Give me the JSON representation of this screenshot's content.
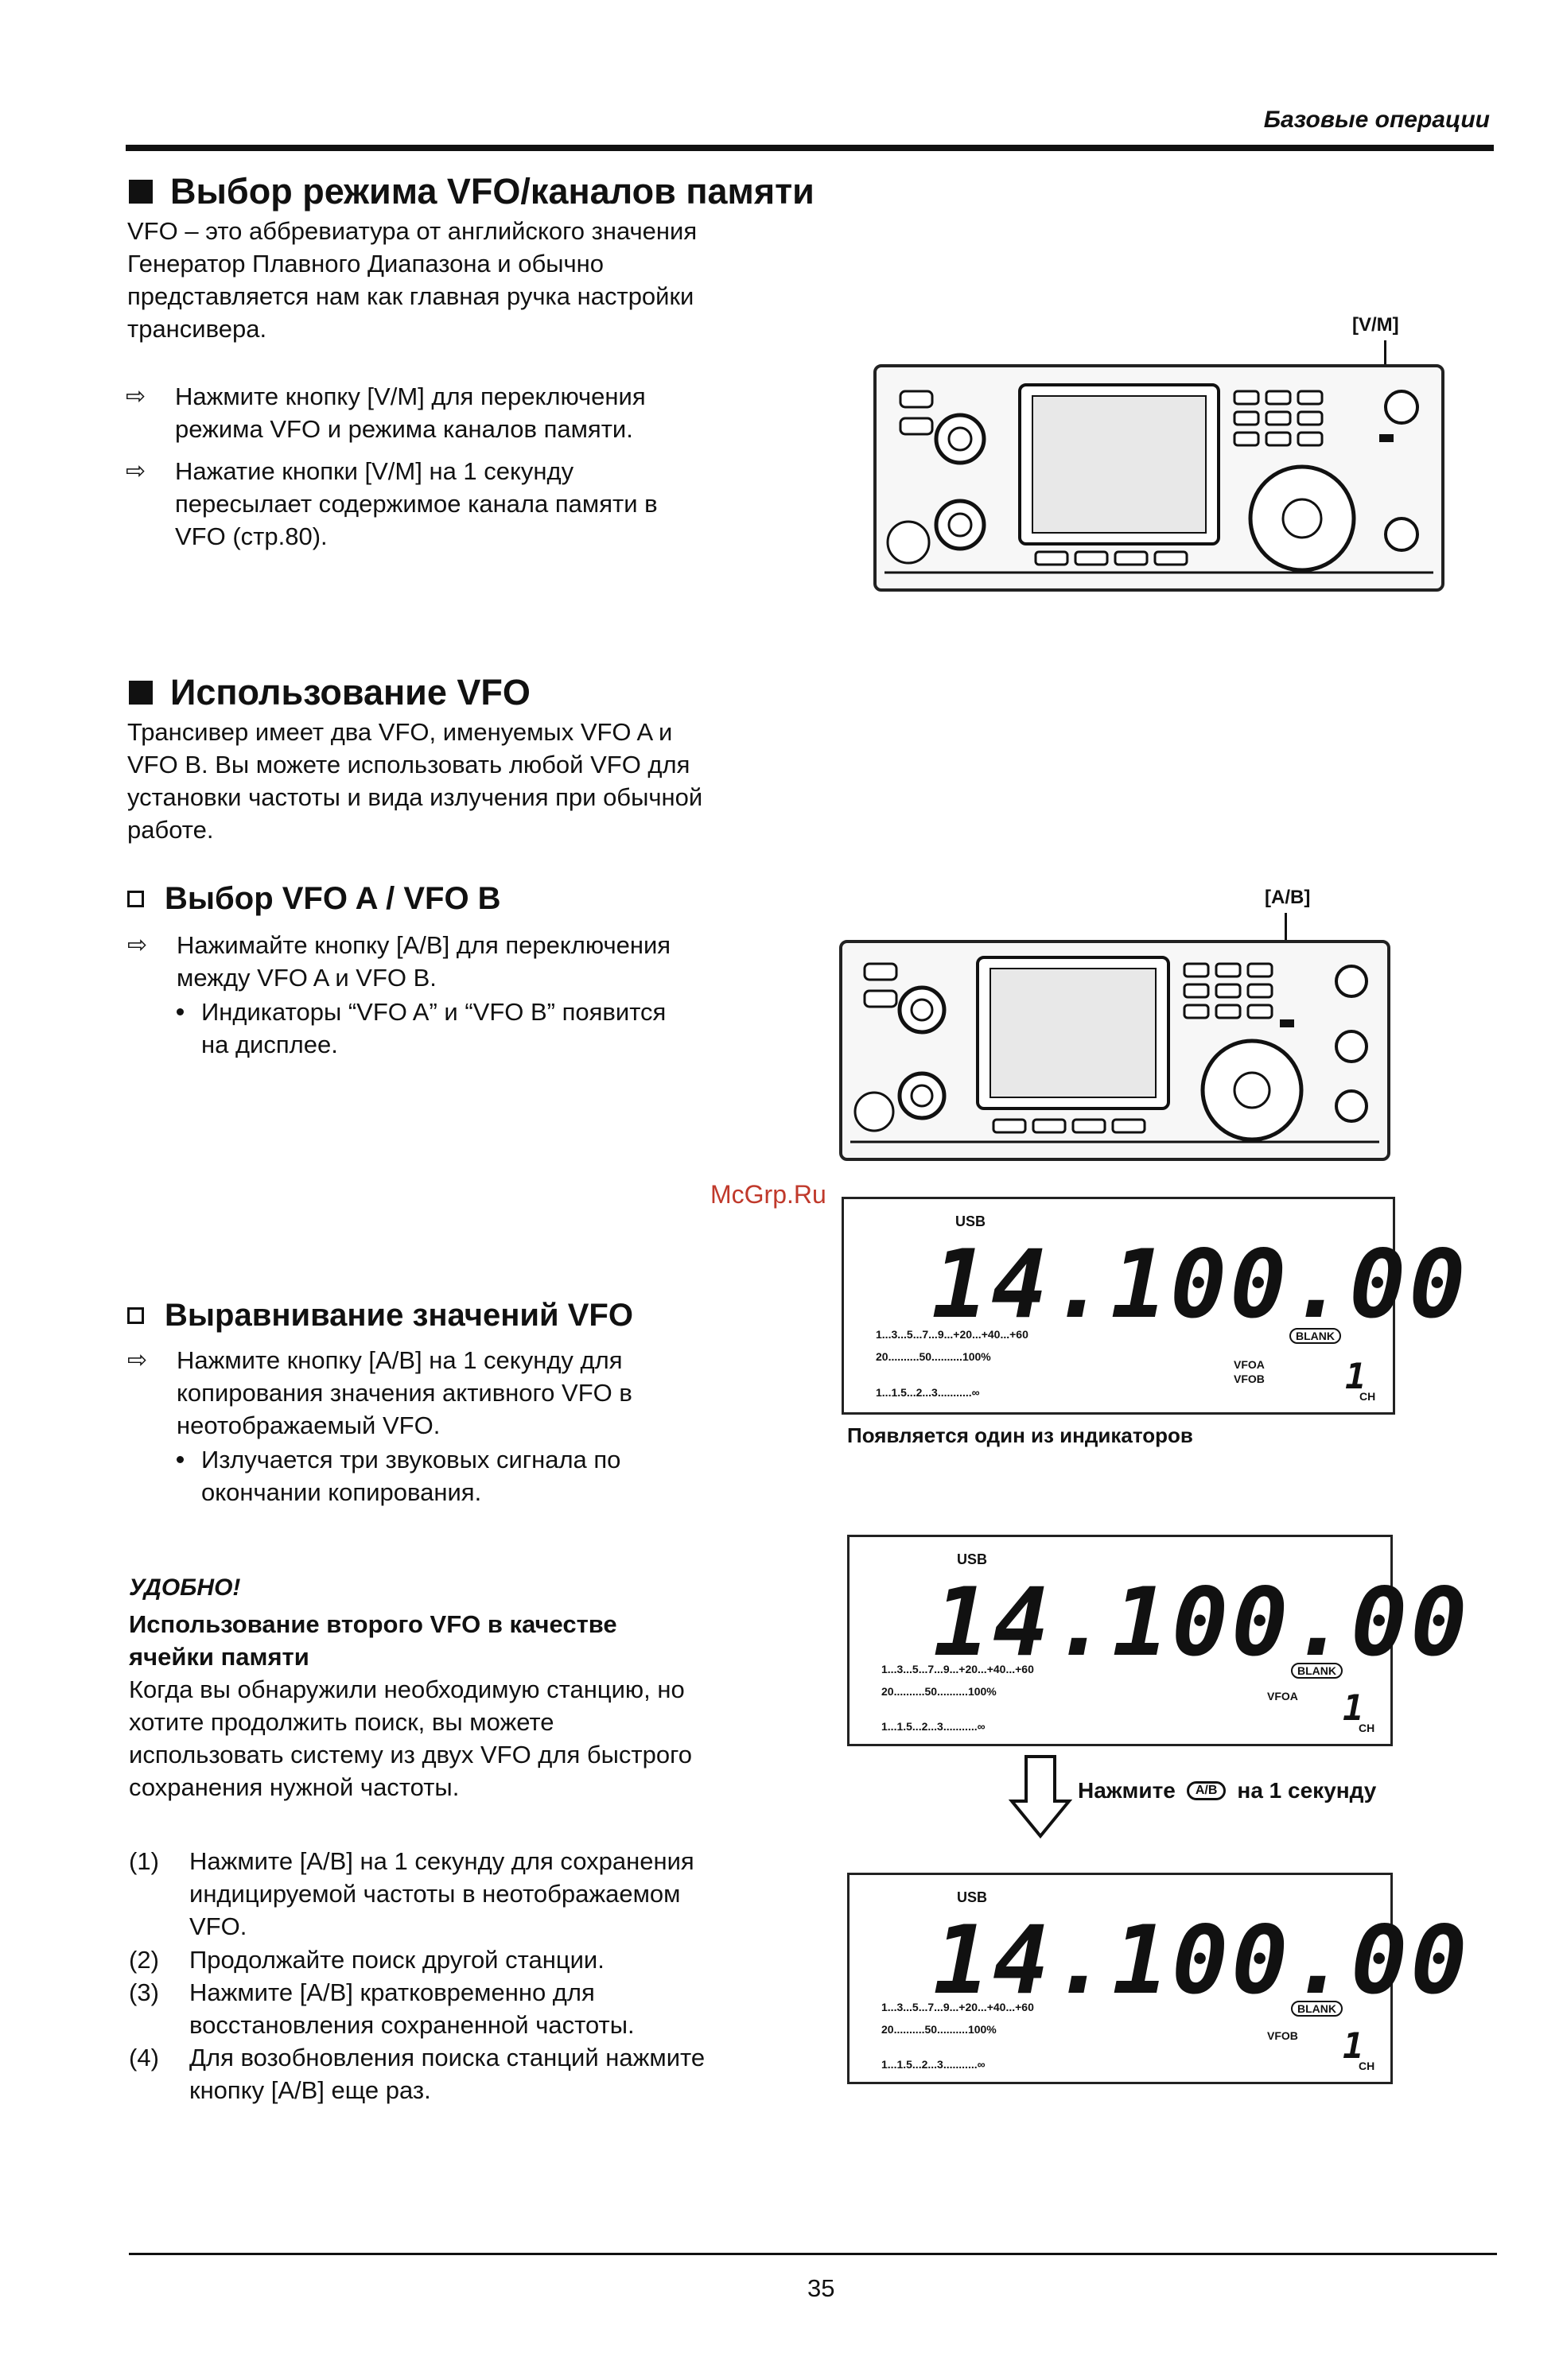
{
  "header": {
    "section_title": "Базовые операции"
  },
  "section1": {
    "title": "Выбор режима VFO/каналов памяти",
    "intro": "VFO – это аббревиатура от английского значения\nГенератор Плавного Диапазона и обычно\nпредставляется нам как главная ручка настройки\nтрансивера.",
    "steps": [
      "Нажмите кнопку [V/M] для переключения\nрежима VFO и режима каналов памяти.",
      "Нажатие кнопки [V/M] на 1 секунду\nпересылает содержимое канала памяти в\nVFO (стр.80)."
    ],
    "figure_label": "[V/M]"
  },
  "section2": {
    "title": "Использование VFO",
    "intro": "Трансивер имеет два VFO, именуемых VFO A и\nVFO B. Вы можете использовать любой VFO для\nустановки частоты и вида излучения при обычной\nработе."
  },
  "sub1": {
    "title": "Выбор VFO A / VFO B",
    "step": "Нажимайте кнопку [A/B] для переключения\nмежду VFO A и VFO B.",
    "bullet": "Индикаторы “VFO A” и “VFO B” появится\nна дисплее.",
    "figure_label": "[A/B]"
  },
  "sub2": {
    "title": "Выравнивание значений VFO",
    "step": "Нажмите кнопку [A/B] на 1 секунду для\nкопирования значения активного VFO в\nнеотображаемый VFO.",
    "bullet": "Излучается три звуковых сигнала по\nокончании копирования."
  },
  "tip": {
    "label": "УДОБНО!",
    "subtitle": "Использование второго VFO в качестве\nячейки памяти",
    "text": "Когда вы обнаружили необходимую станцию, но\nхотите продолжить поиск, вы можете\nиспользовать систему из двух VFO для быстрого\nсохранения нужной частоты.",
    "items": [
      {
        "n": "(1)",
        "text": "Нажмите [A/B] на 1 секунду для сохранения\nиндицируемой частоты в неотображаемом\nVFO."
      },
      {
        "n": "(2)",
        "text": "Продолжайте поиск другой станции."
      },
      {
        "n": "(3)",
        "text": "Нажмите [A/B] кратковременно для\nвосстановления сохраненной частоты."
      },
      {
        "n": "(4)",
        "text": "Для возобновления поиска станций нажмите\nкнопку [A/B] еще раз."
      }
    ]
  },
  "displays": {
    "mode": "USB",
    "frequency": "14.100.00",
    "blank": "BLANK",
    "ch_digit": "1",
    "ch_label": "CH",
    "vfo_a": "VFOA",
    "vfo_b": "VFOB",
    "scale_s": "1...3...5...7...9...+20...+40...+60",
    "scale_po": "20..........50..........100%",
    "scale_swr": "1...1.5...2...3...........∞",
    "caption": "Появляется один из индикаторов",
    "press_label": "Нажмите",
    "press_key": "A/B",
    "press_suffix": "на 1 секунду"
  },
  "watermark": "McGrp.Ru",
  "footer": {
    "page_number": "35"
  }
}
